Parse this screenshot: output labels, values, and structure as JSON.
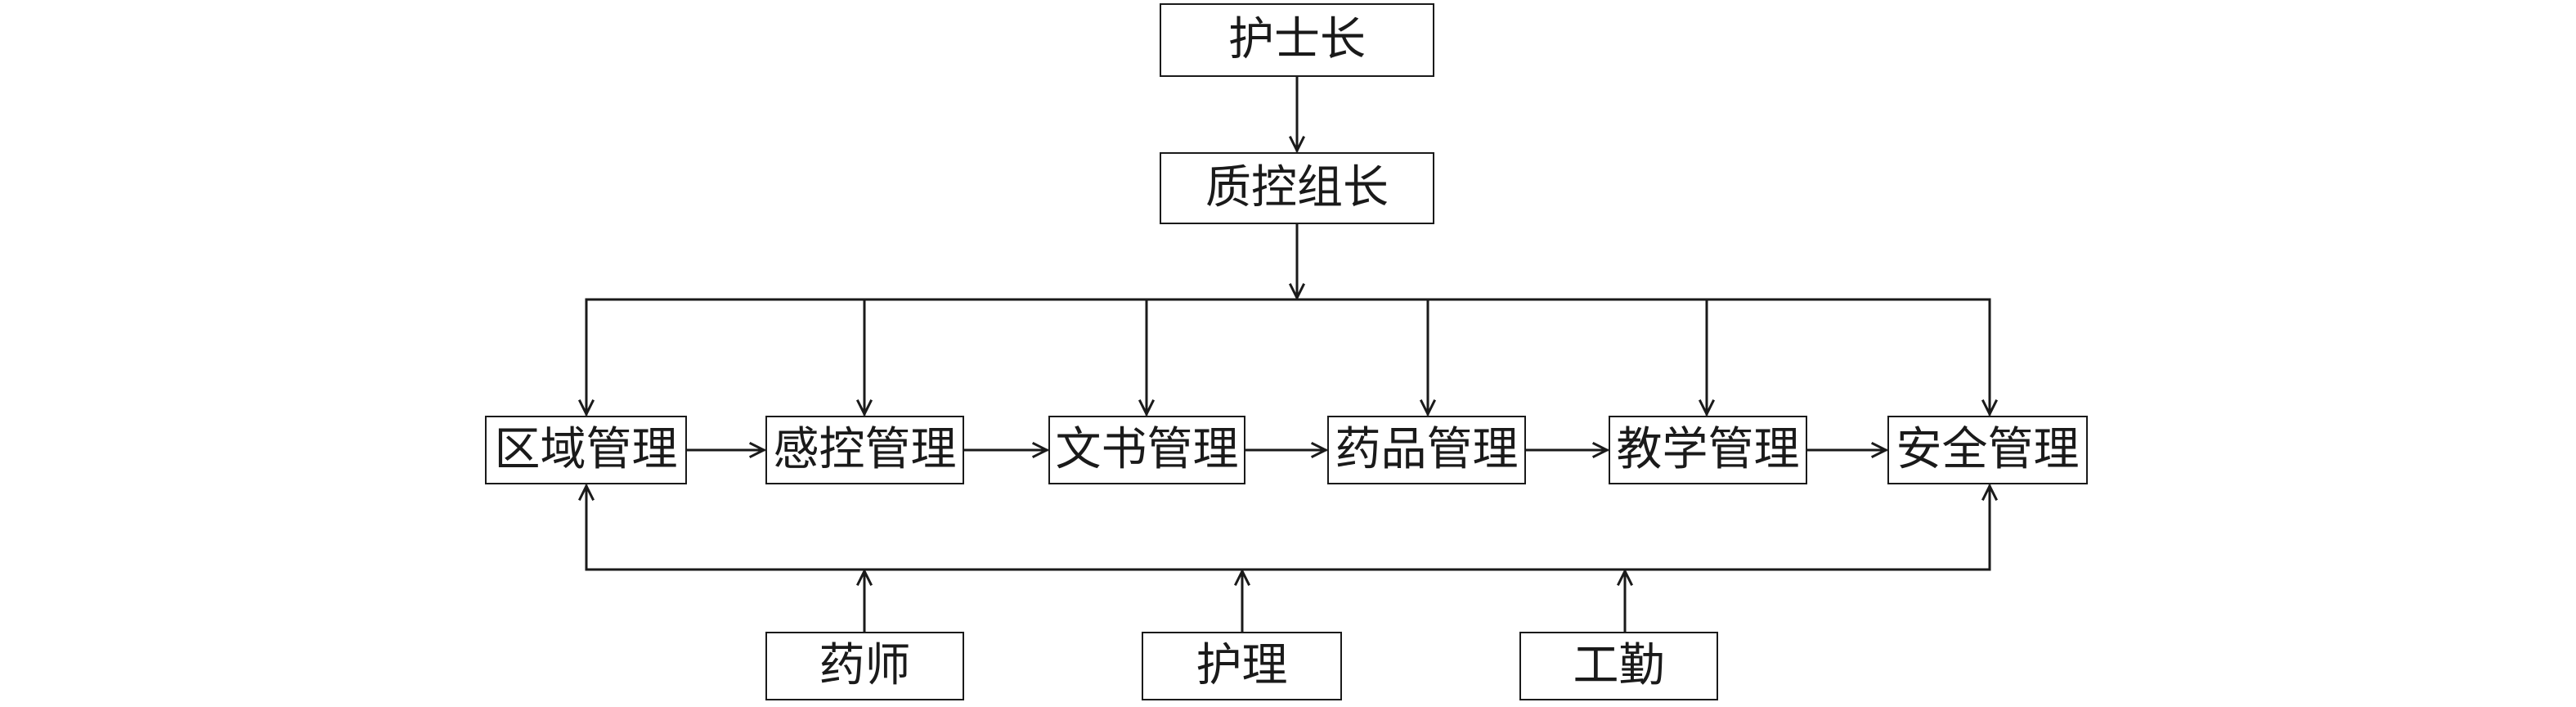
{
  "diagram": {
    "type": "organizational-flowchart",
    "nodes": {
      "head_nurse": "护士长",
      "qc_leader": "质控组长",
      "management": [
        "区域管理",
        "感控管理",
        "文书管理",
        "药品管理",
        "教学管理",
        "安全管理"
      ],
      "support": [
        "药师",
        "护理",
        "工勤"
      ]
    },
    "edges": [
      {
        "from": "护士长",
        "to": "质控组长"
      },
      {
        "from": "质控组长",
        "to": "区域管理"
      },
      {
        "from": "质控组长",
        "to": "感控管理"
      },
      {
        "from": "质控组长",
        "to": "文书管理"
      },
      {
        "from": "质控组长",
        "to": "药品管理"
      },
      {
        "from": "质控组长",
        "to": "教学管理"
      },
      {
        "from": "质控组长",
        "to": "安全管理"
      },
      {
        "from": "区域管理",
        "to": "感控管理"
      },
      {
        "from": "感控管理",
        "to": "文书管理"
      },
      {
        "from": "文书管理",
        "to": "药品管理"
      },
      {
        "from": "药品管理",
        "to": "教学管理"
      },
      {
        "from": "教学管理",
        "to": "安全管理"
      },
      {
        "from": "药师",
        "to": "区域管理/安全管理 (shared bus)"
      },
      {
        "from": "护理",
        "to": "区域管理/安全管理 (shared bus)"
      },
      {
        "from": "工勤",
        "to": "区域管理/安全管理 (shared bus)"
      }
    ],
    "colors": {
      "line": "#1a1a1a",
      "background": "#ffffff"
    }
  }
}
